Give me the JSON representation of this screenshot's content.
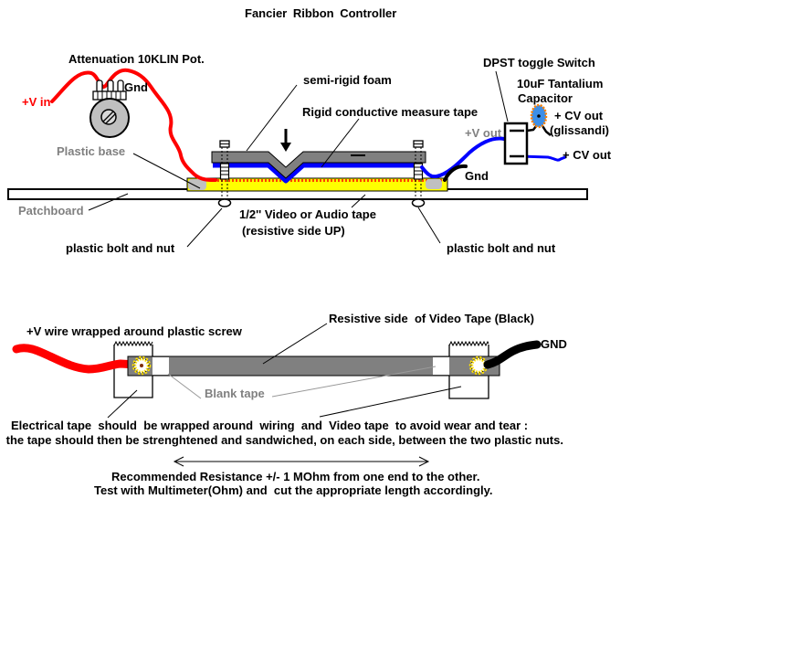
{
  "title": "Fancier Ribbon Controller",
  "colors": {
    "wire_red": "#ff0000",
    "conductive_tape_blue": "#0000ff",
    "video_tape_yellow": "#ffff00",
    "foam_gray": "#808080",
    "muted_label_gray": "#808080",
    "capacitor_body_blue": "#3d8fe8",
    "capacitor_outline_orange": "#ff8000",
    "resistive_dots_orange": "#ff4000",
    "pot_body_gray": "#c0c0c0"
  },
  "top_diagram": {
    "labels": {
      "attenuation_pot": "Attenuation 10KLIN Pot.",
      "v_in": "+V in",
      "gnd_pot": "Gnd",
      "semi_rigid_foam": "semi-rigid foam",
      "rigid_conductive_tape": "Rigid conductive measure tape",
      "dpst_switch": "DPST toggle Switch",
      "capacitor_line1": "10uF Tantalium",
      "capacitor_line2": "Capacitor",
      "cv_out_glissandi_line1": "+ CV out",
      "cv_out_glissandi_line2": "(glissandi)",
      "cv_out": "+ CV out",
      "v_out": "+V out",
      "gnd_right": "Gnd",
      "plastic_base": "Plastic base",
      "patchboard": "Patchboard",
      "video_tape_line1": "1/2'' Video or Audio tape",
      "video_tape_line2": "(resistive side UP)",
      "plastic_bolt": "plastic bolt and nut"
    }
  },
  "bottom_diagram": {
    "labels": {
      "v_wire": "+V wire wrapped around plastic screw",
      "resistive_side": "Resistive side  of Video Tape (Black)",
      "gnd": "GND",
      "blank_tape": "Blank tape"
    }
  },
  "notes": {
    "electrical_tape_line1": "Electrical tape  should  be wrapped around  wiring  and  Video tape  to avoid wear and tear :",
    "electrical_tape_line2": " the tape should then be strenghtened and sandwiched, on each side, between the two plastic nuts.",
    "resistance_line1": "Recommended Resistance +/- 1 MOhm from one end to the other.",
    "resistance_line2": "Test with Multimeter(Ohm) and  cut the appropriate length accordingly."
  }
}
